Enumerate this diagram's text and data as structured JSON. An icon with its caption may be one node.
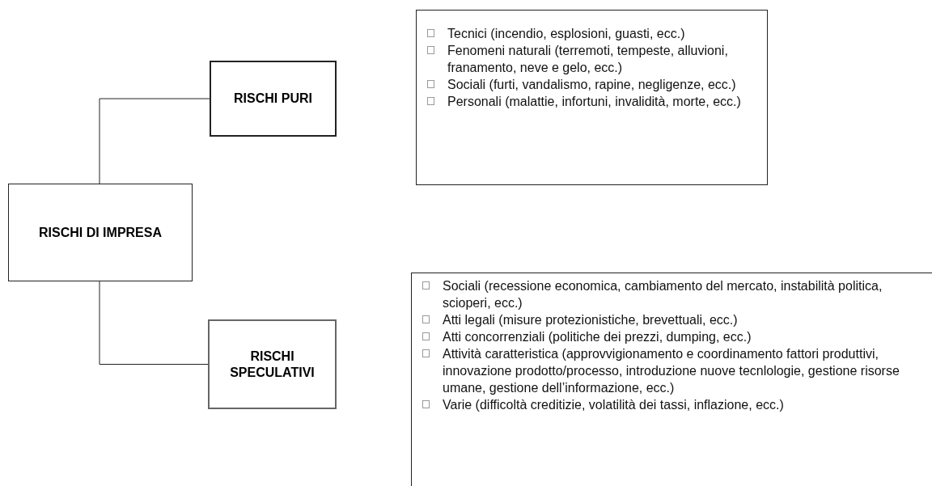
{
  "diagram": {
    "nodes": [
      {
        "text": [
          "RISCHI DI IMPRESA"
        ]
      },
      {
        "text": [
          "RISCHI PURI"
        ]
      },
      {
        "text": [
          "RISCHI SPECULATIVI"
        ]
      },
      {
        "text": [
          "Tecnici (incendio, esplosioni, guasti, ecc.)",
          "Fenomeni naturali (terremoti, tempeste, alluvioni, franamento, neve e gelo, ecc.)",
          "Sociali (furti, vandalismo, rapine, negligenze, ecc.)",
          "Personali (malattie, infortuni, invalidità, morte, ecc.)"
        ]
      },
      {
        "text": [
          "Sociali (recessione economica, cambiamento del mercato, instabilità politica, scioperi, ecc.)",
          "Atti legali (misure protezionistiche, brevettuali, ecc.)",
          "Atti concorrenziali (politiche dei prezzi, dumping, ecc.)",
          "Attività caratteristica (approvvigionamento e coordinamento fattori produttivi, innovazione prodotto/processo, introduzione nuove tecnlologie, gestione risorse umane, gestione dell’informazione, ecc.)",
          "Varie (difficoltà creditizie, volatilità dei tassi, inflazione, ecc.)"
        ]
      }
    ],
    "edges": [
      {
        "from": 0,
        "to": 1,
        "arrow": "none"
      },
      {
        "from": 0,
        "to": 2,
        "arrow": "none"
      }
    ]
  }
}
